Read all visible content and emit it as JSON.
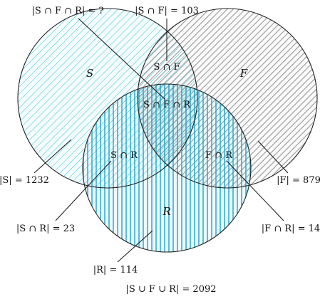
{
  "sets": {
    "s": {
      "name": "S",
      "count_label": "|S| = 1232",
      "color": "#3fc3dc"
    },
    "f": {
      "name": "F",
      "count_label": "|F| = 879",
      "color": "#9a9a9a"
    },
    "r": {
      "name": "R",
      "count_label": "|R| = 114",
      "color": "#1ea6c8"
    }
  },
  "regions": {
    "sf": "S ∩ F",
    "sfr": "S ∩ F ∩ R",
    "sr": "S ∩ R",
    "fr": "F ∩ R"
  },
  "callouts": {
    "sfr_count": "|S ∩ F ∩ R| = ?",
    "sf_count": "|S ∩ F| = 103",
    "sr_count": "|S ∩ R| = 23",
    "fr_count": "|F ∩ R| = 14"
  },
  "union_label": "|S ∪ F ∪ R| = 2092"
}
